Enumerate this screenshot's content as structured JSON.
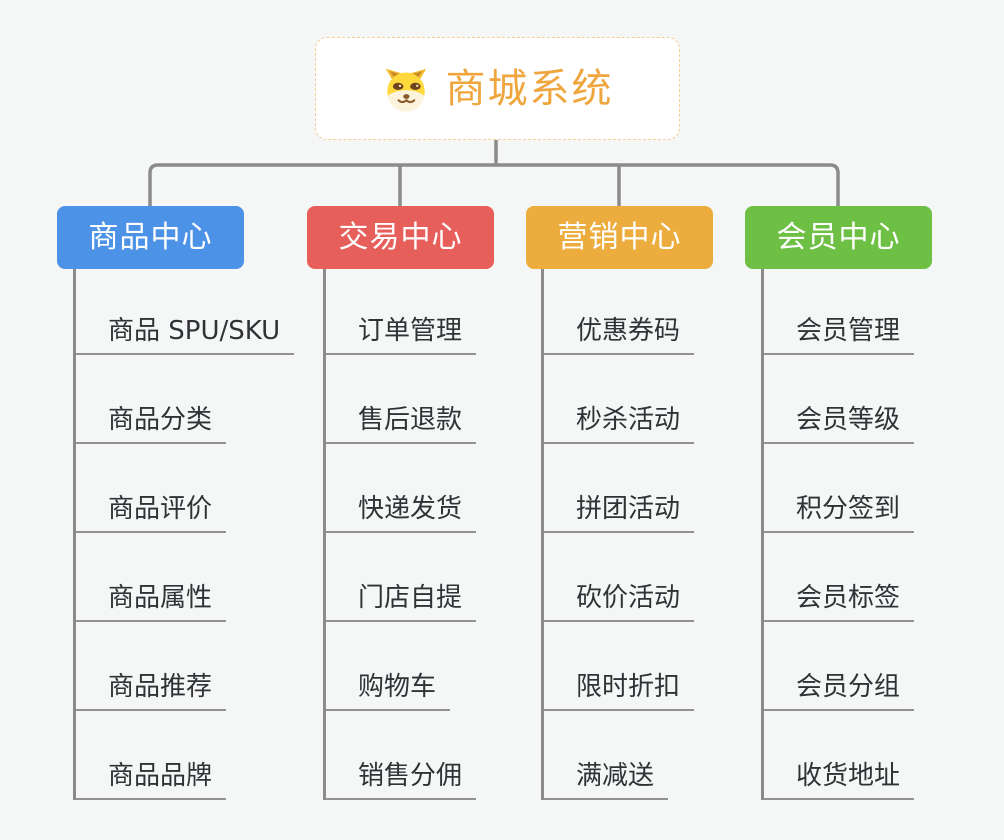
{
  "root": {
    "title": "商城系统",
    "icon": "doge-face-icon",
    "text_color": "#F0A63E",
    "border_color": "#F2CD96"
  },
  "connectors": {
    "color": "#8B8B8B"
  },
  "background_color": "#F5F6F6",
  "branches": [
    {
      "label": "商品中心",
      "color": "#4C93E8",
      "items": [
        "商品 SPU/SKU",
        "商品分类",
        "商品评价",
        "商品属性",
        "商品推荐",
        "商品品牌"
      ]
    },
    {
      "label": "交易中心",
      "color": "#E65F5B",
      "items": [
        "订单管理",
        "售后退款",
        "快递发货",
        "门店自提",
        "购物车",
        "销售分佣"
      ]
    },
    {
      "label": "营销中心",
      "color": "#ECAD3E",
      "items": [
        "优惠券码",
        "秒杀活动",
        "拼团活动",
        "砍价活动",
        "限时折扣",
        "满减送"
      ]
    },
    {
      "label": "会员中心",
      "color": "#6DC044",
      "items": [
        "会员管理",
        "会员等级",
        "积分签到",
        "会员标签",
        "会员分组",
        "收货地址"
      ]
    }
  ]
}
